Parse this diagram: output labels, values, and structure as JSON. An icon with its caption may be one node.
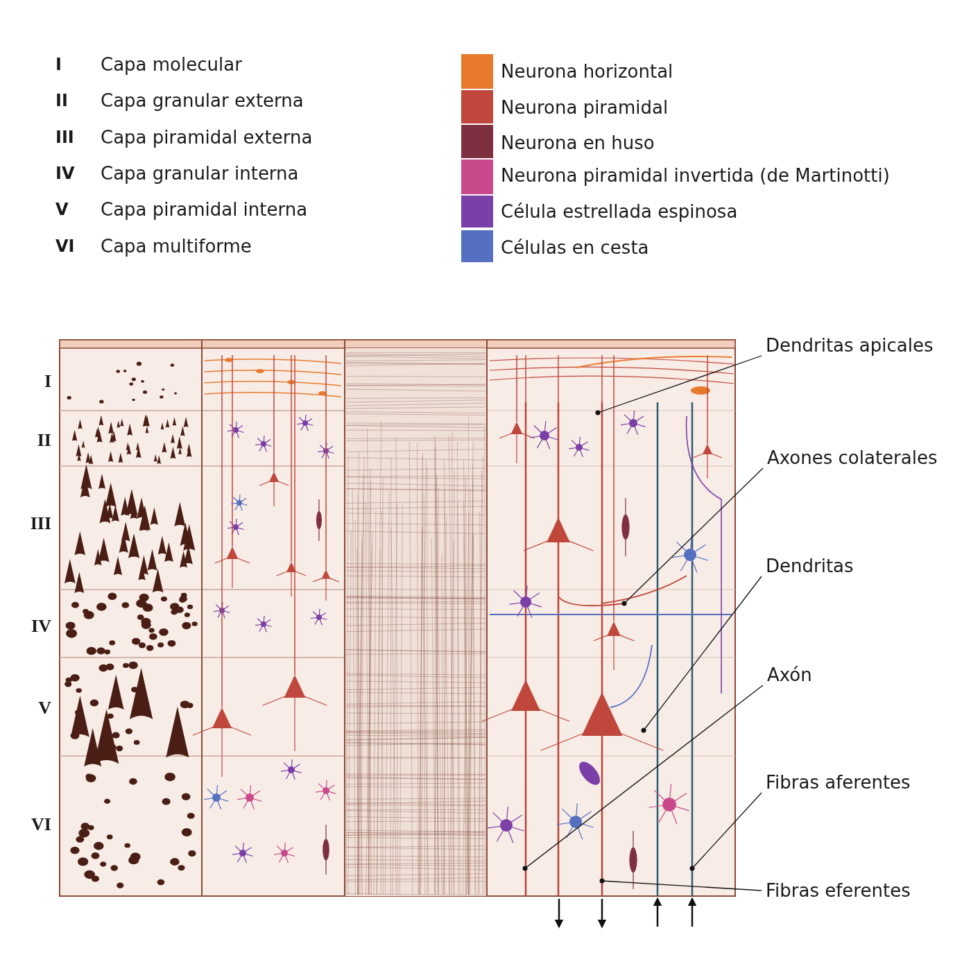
{
  "diagram": {
    "nodes": [
      {
        "text": [
          "Dendritas apicales"
        ]
      },
      {
        "text": [
          "Axones colaterales"
        ]
      },
      {
        "text": [
          "Dendritas"
        ]
      },
      {
        "text": [
          "Axón"
        ]
      },
      {
        "text": [
          "Fibras aferentes"
        ]
      },
      {
        "text": [
          "Fibras eferentes"
        ]
      }
    ],
    "edges": [
      {
        "from": 0,
        "to": null,
        "arrow": "other"
      },
      {
        "from": 1,
        "to": null,
        "arrow": "other"
      },
      {
        "from": 2,
        "to": null,
        "arrow": "other"
      },
      {
        "from": 3,
        "to": null,
        "arrow": "other"
      },
      {
        "from": 4,
        "to": null,
        "arrow": "other"
      },
      {
        "from": 5,
        "to": null,
        "arrow": "other"
      }
    ],
    "labels": [
      "I",
      "Capa molecular",
      "II",
      "Capa granular externa",
      "III",
      "Capa piramidal externa",
      "IV",
      "Capa granular interna",
      "V",
      "Capa piramidal interna",
      "VI",
      "Capa multiforme",
      "I",
      "II",
      "III",
      "IV",
      "V",
      "VI"
    ],
    "legend": [
      {
        "text": "Neurona horizontal",
        "color": "#e87a2e"
      },
      {
        "text": "Neurona piramidal",
        "color": "#c0473b"
      },
      {
        "text": "Neurona en huso",
        "color": "#7e3040"
      },
      {
        "text": "Neurona piramidal invertida (de Martinotti)",
        "color": "#c84a8a"
      },
      {
        "text": "Célula estrellada espinosa",
        "color": "#7b3fa8"
      },
      {
        "text": "Células en cesta",
        "color": "#5570c0"
      }
    ]
  }
}
